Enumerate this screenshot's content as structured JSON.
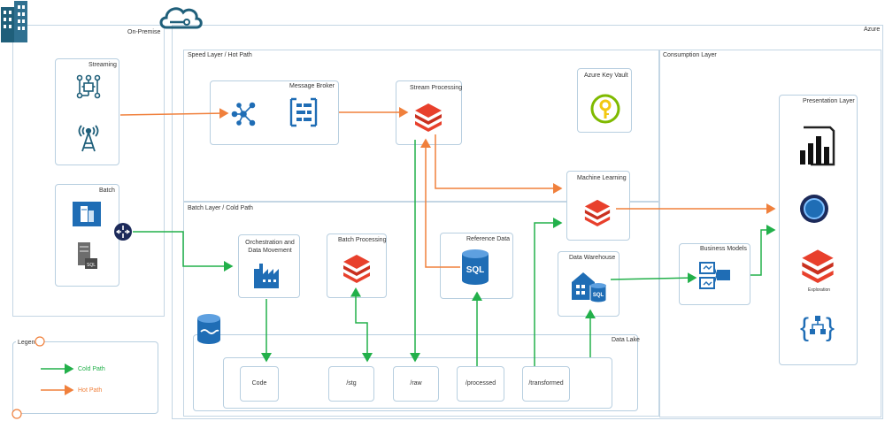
{
  "on_premise": {
    "label": "On-Premise",
    "streaming": {
      "label": "Streaming"
    },
    "batch": {
      "label": "Batch"
    }
  },
  "azure": {
    "label": "Azure",
    "speed_layer": {
      "label": "Speed Layer / Hot Path",
      "message_broker": "Message Broker",
      "stream_processing": "Stream Processing",
      "key_vault": "Azure Key Vault",
      "machine_learning": "Machine Learning"
    },
    "batch_layer": {
      "label": "Batch Layer / Cold Path",
      "orchestration": "Orchestration and Data Movement",
      "batch_processing": "Batch Processing",
      "reference_data": "Reference Data",
      "data_warehouse": "Data Warehouse",
      "data_lake": "Data Lake",
      "lake_folders": [
        "Code",
        "/stg",
        "/raw",
        "/processed",
        "/transformed"
      ]
    },
    "consumption_layer": {
      "label": "Consumption Layer",
      "business_models": "Business Models",
      "presentation_layer": "Presentation Layer",
      "exploration": "Exploration"
    }
  },
  "legend": {
    "label": "Legend",
    "cold": "Cold Path",
    "hot": "Hot Path"
  },
  "colors": {
    "cold": "#22b04a",
    "hot": "#f0803c",
    "azure_blue": "#1f5fa8",
    "databricks_red": "#e8402c"
  }
}
